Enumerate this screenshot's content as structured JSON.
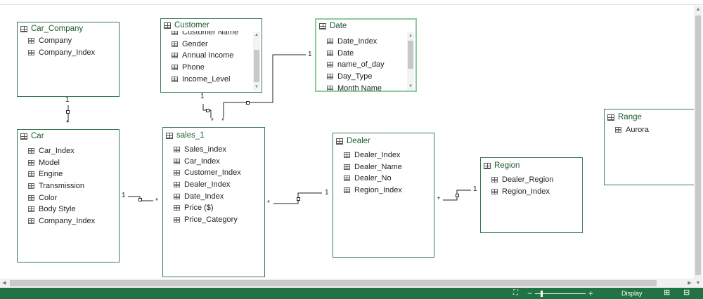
{
  "tables": {
    "car_company": {
      "name": "Car_Company",
      "fields": [
        "Company",
        "Company_Index"
      ]
    },
    "customer": {
      "name": "Customer",
      "fields": [
        "Customer Name",
        "Gender",
        "Annual Income",
        "Phone",
        "Income_Level"
      ]
    },
    "date": {
      "name": "Date",
      "fields": [
        "Date_Index",
        "Date",
        "name_of_day",
        "Day_Type",
        "Month Name"
      ]
    },
    "car": {
      "name": "Car",
      "fields": [
        "Car_Index",
        "Model",
        "Engine",
        "Transmission",
        "Color",
        "Body Style",
        "Company_Index"
      ]
    },
    "sales": {
      "name": "sales_1",
      "fields": [
        "Sales_index",
        "Car_Index",
        "Customer_Index",
        "Dealer_Index",
        "Date_Index",
        "Price ($)",
        "Price_Category"
      ]
    },
    "dealer": {
      "name": "Dealer",
      "fields": [
        "Dealer_Index",
        "Dealer_Name",
        "Dealer_No",
        "Region_Index"
      ]
    },
    "region": {
      "name": "Region",
      "fields": [
        "Dealer_Region",
        "Region_Index"
      ]
    },
    "range": {
      "name": "Range",
      "fields": [
        "Aurora"
      ]
    }
  },
  "relationships": {
    "one": "1",
    "many": "*"
  },
  "statusbar": {
    "display_label": "Display",
    "zoom_minus": "−",
    "zoom_plus": "+"
  },
  "colors": {
    "accent": "#217346",
    "table_border": "#3a7a52",
    "table_title": "#1e5a31"
  }
}
